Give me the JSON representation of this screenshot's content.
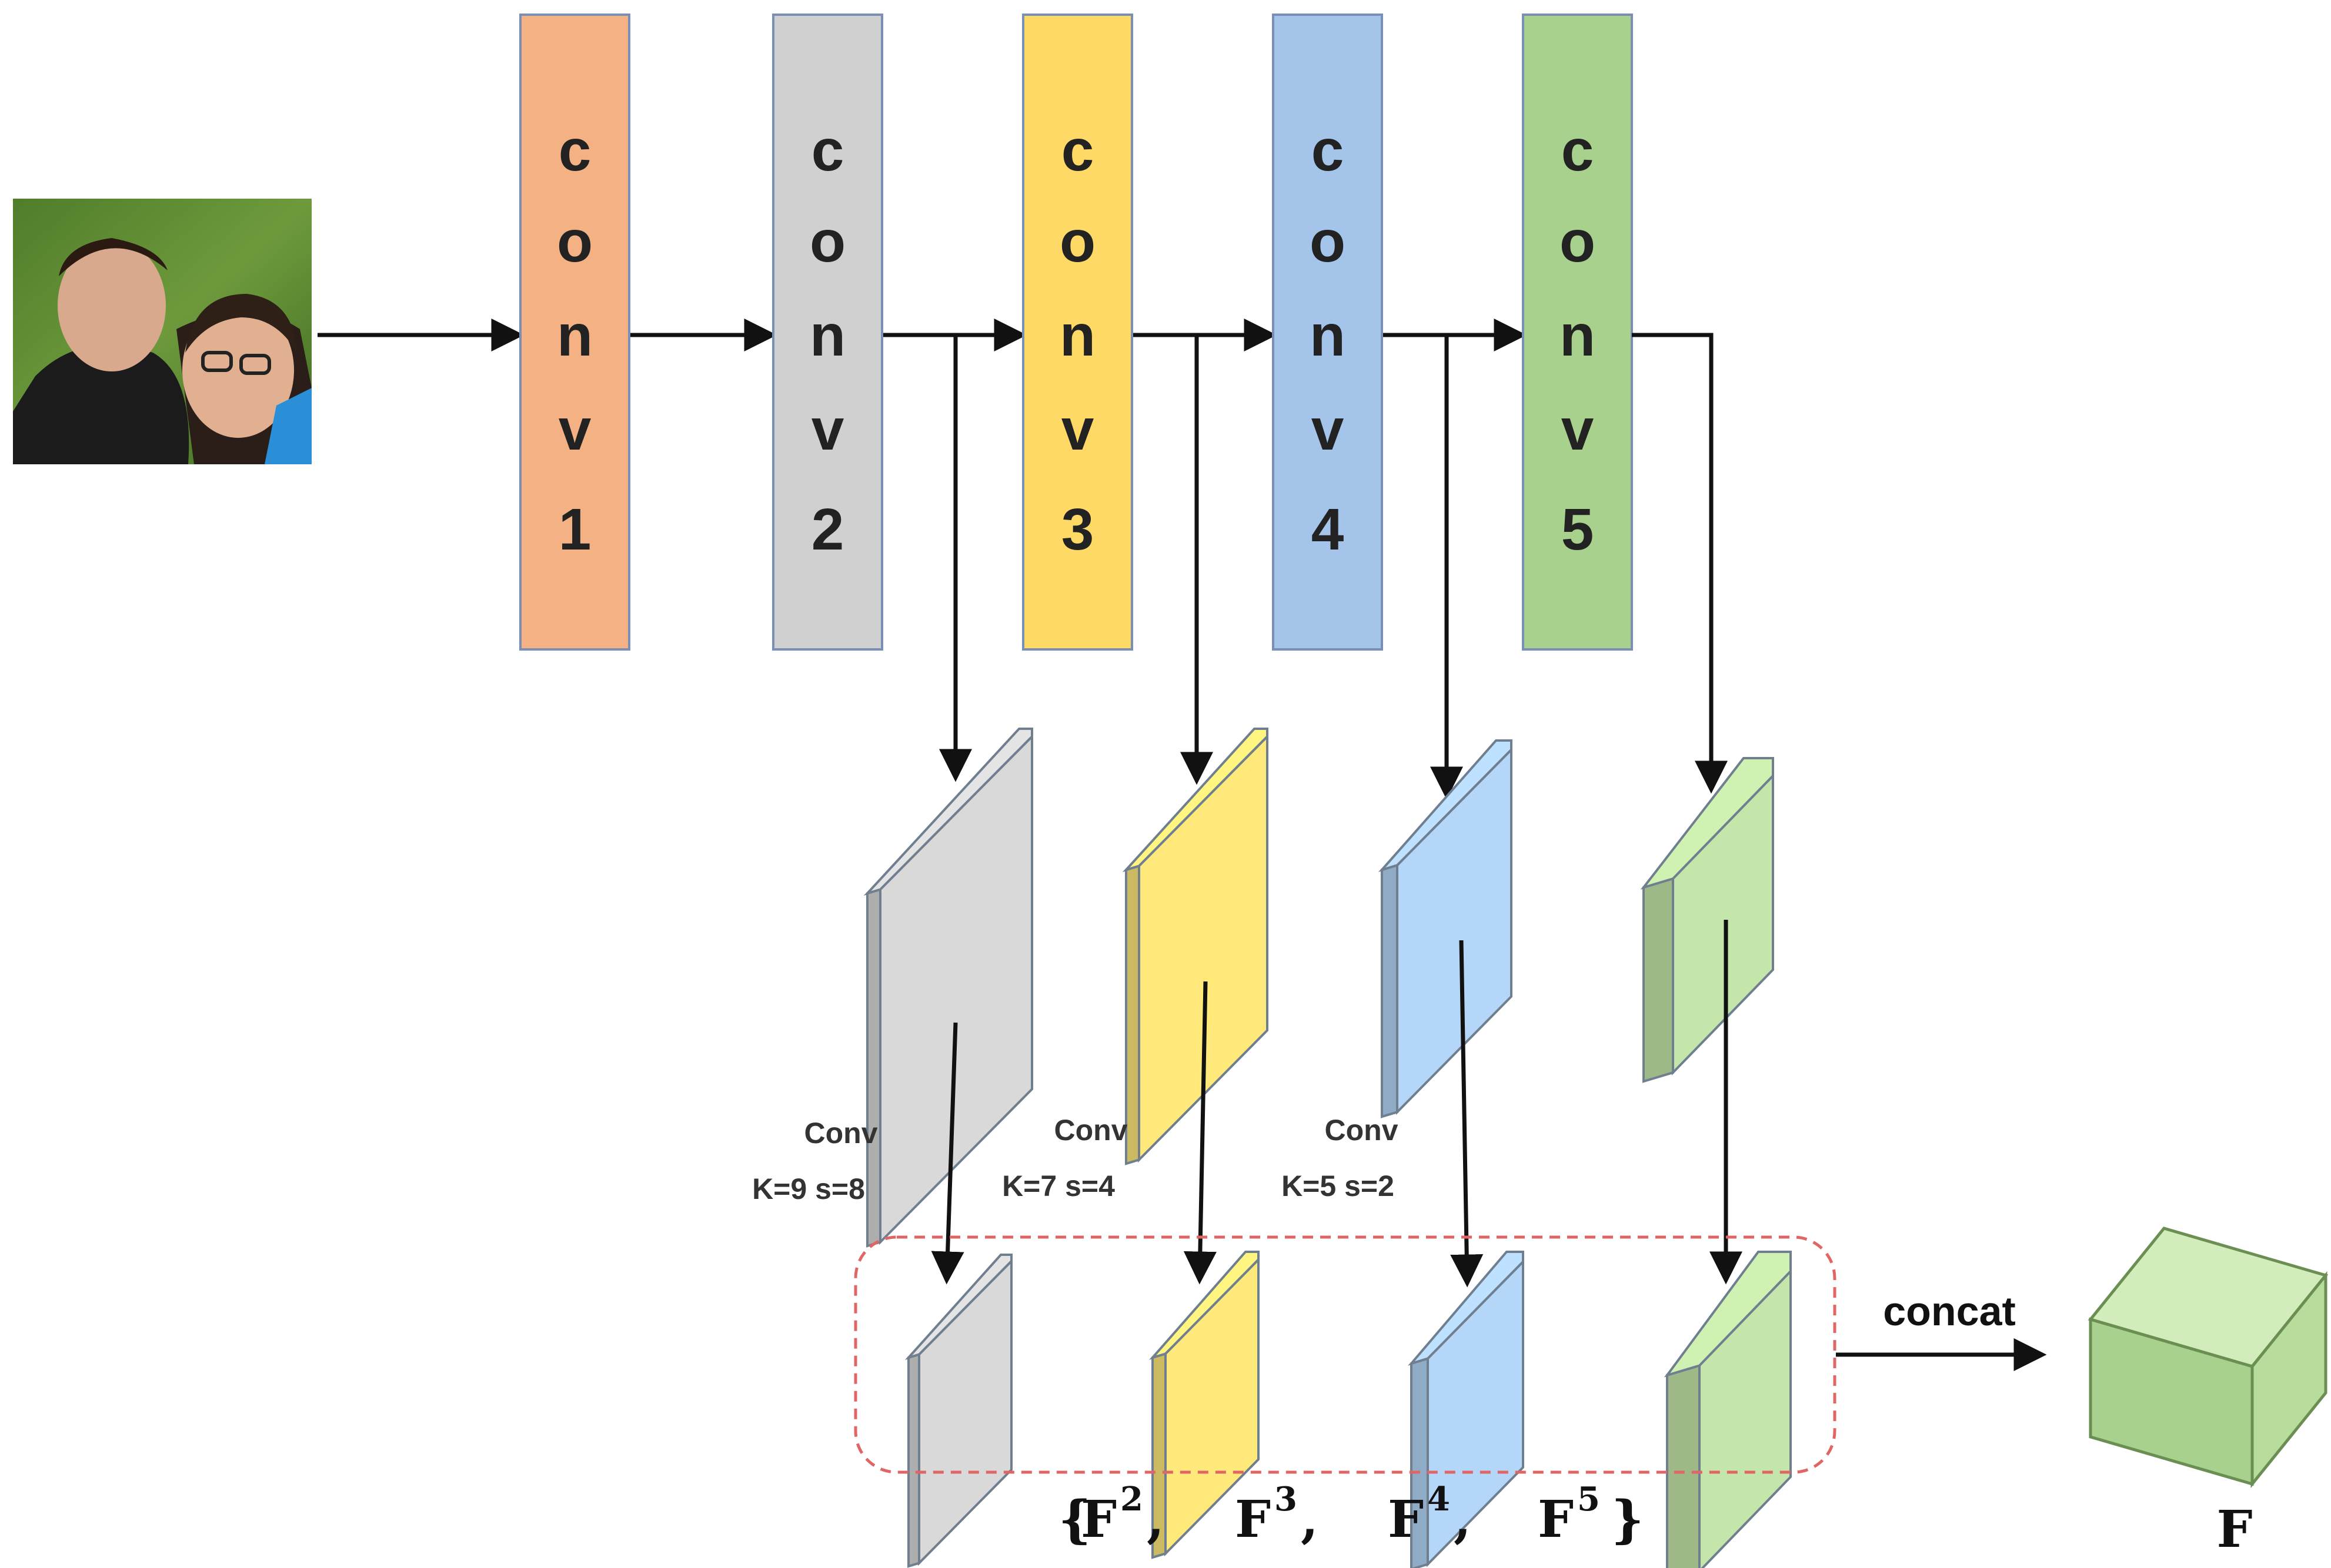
{
  "colors": {
    "conv1": "#f4b183",
    "conv2": "#d0d0d0",
    "conv3": "#ffd966",
    "conv4": "#a4c4ea",
    "conv5": "#a9d18e",
    "gray_map": "#d9d9d9",
    "yellow_map": "#ffe97a",
    "blue_map": "#b4d6f8",
    "green_map": "#c5e6aa",
    "dashed_box": "#e06666",
    "input_photo": "grass-background-portrait"
  },
  "input": {
    "icon": "face-photo"
  },
  "layers": [
    {
      "label": "conv1",
      "color_key": "conv1"
    },
    {
      "label": "conv2",
      "color_key": "conv2"
    },
    {
      "label": "conv3",
      "color_key": "conv3"
    },
    {
      "label": "conv4",
      "color_key": "conv4"
    },
    {
      "label": "conv5",
      "color_key": "conv5"
    }
  ],
  "downsample_ops": [
    {
      "line1": "Conv",
      "line2": "K=9 s=8"
    },
    {
      "line1": "Conv",
      "line2": "K=7 s=4"
    },
    {
      "line1": "Conv",
      "line2": "K=5 s=2"
    }
  ],
  "concat_label": "concat",
  "feature_set": {
    "open": "{",
    "close": "}",
    "items": [
      {
        "base": "F",
        "sup": "2"
      },
      {
        "base": "F",
        "sup": "3"
      },
      {
        "base": "F",
        "sup": "4"
      },
      {
        "base": "F",
        "sup": "5"
      }
    ],
    "separator": ","
  },
  "output_label": "F"
}
